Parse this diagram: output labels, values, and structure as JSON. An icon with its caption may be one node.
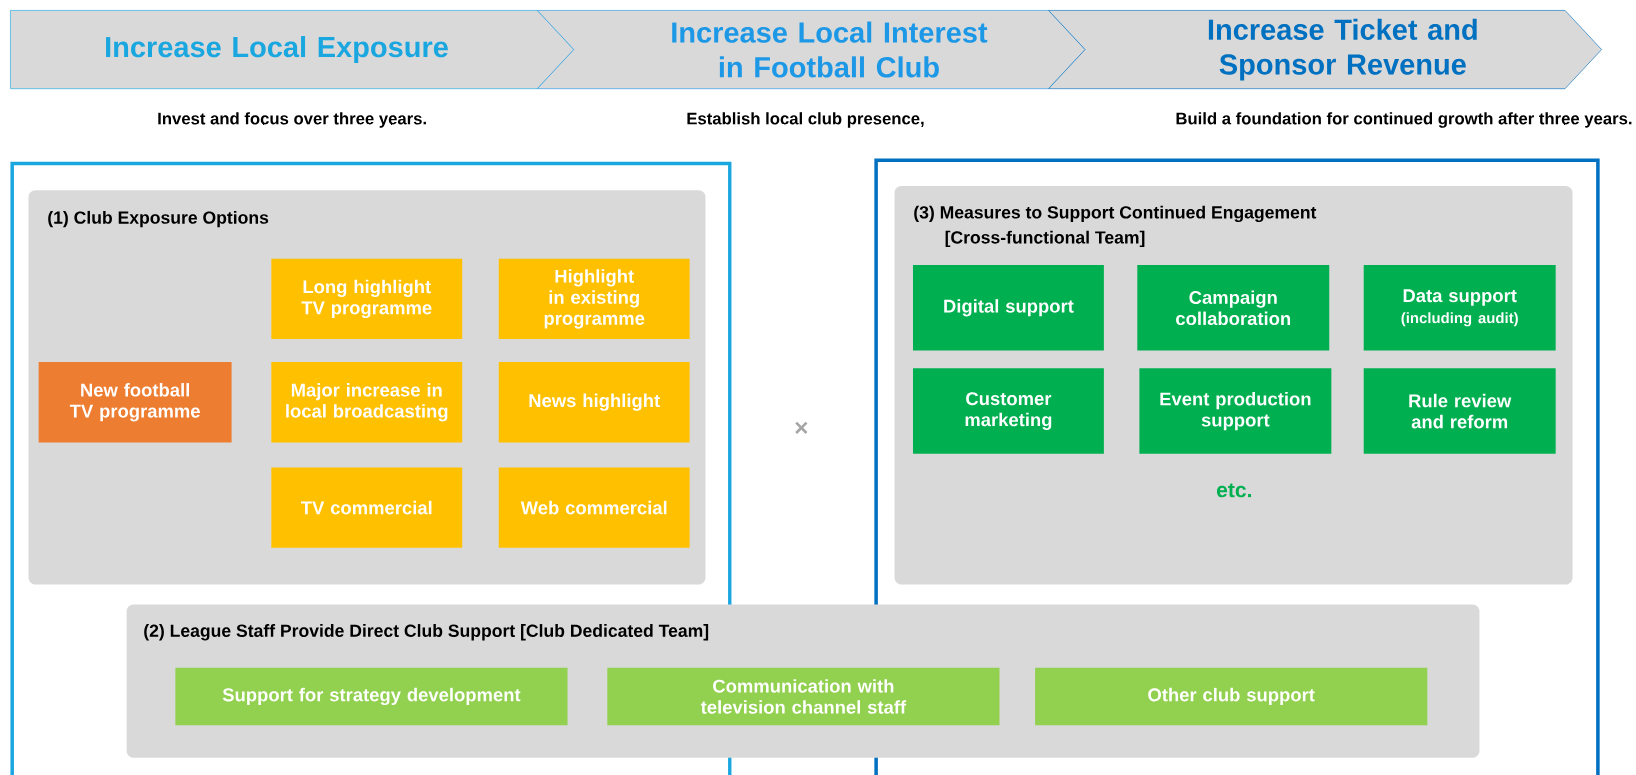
{
  "diagram": {
    "nodes": [
      {
        "text": [
          "Increase Local Exposure"
        ],
        "beside": [
          "Invest and focus over three years."
        ]
      },
      {
        "text": [
          "Increase Local Interest in Football Club"
        ],
        "beside": [
          "Establish local club presence,"
        ]
      },
      {
        "text": [
          "Increase Ticket and Sponsor Revenue"
        ],
        "beside": [
          "Build a foundation for continued growth after three years."
        ]
      },
      {
        "text": [],
        "shape": "box"
      },
      {
        "text": [
          "(1) Club Exposure Options"
        ],
        "in": 3
      },
      {
        "text": [
          "New football TV programme"
        ],
        "in": 4
      },
      {
        "text": [
          "Long highlight TV programme"
        ],
        "in": 4
      },
      {
        "text": [
          "Highlight in existing programme"
        ],
        "in": 4
      },
      {
        "text": [
          "Major increase in local broadcasting"
        ],
        "in": 4
      },
      {
        "text": [
          "News highlight"
        ],
        "in": 4
      },
      {
        "text": [
          "TV commercial"
        ],
        "in": 4
      },
      {
        "text": [
          "Web commercial"
        ],
        "in": 4
      },
      {
        "text": [],
        "shape": "box"
      },
      {
        "text": [
          "(3) Measures to Support Continued Engagement",
          "[Cross-functional Team]"
        ],
        "in": 12
      },
      {
        "text": [
          "Digital support"
        ],
        "in": 13
      },
      {
        "text": [
          "Campaign collaboration"
        ],
        "in": 13
      },
      {
        "text": [
          "Data support",
          "(including audit)"
        ],
        "in": 13
      },
      {
        "text": [
          "Customer marketing"
        ],
        "in": 13
      },
      {
        "text": [
          "Event production support"
        ],
        "in": 13
      },
      {
        "text": [
          "Rule review and reform"
        ],
        "in": 13
      },
      {
        "text": [
          "(2) League Staff Provide Direct Club Support [Club Dedicated Team]"
        ]
      },
      {
        "text": [
          "Support for strategy development"
        ]
      },
      {
        "text": [
          "Communication with television channel staff"
        ],
        "in": 20
      },
      {
        "text": [
          "Other club support"
        ]
      }
    ],
    "edges": [],
    "labels": [
      "×",
      "etc."
    ]
  }
}
